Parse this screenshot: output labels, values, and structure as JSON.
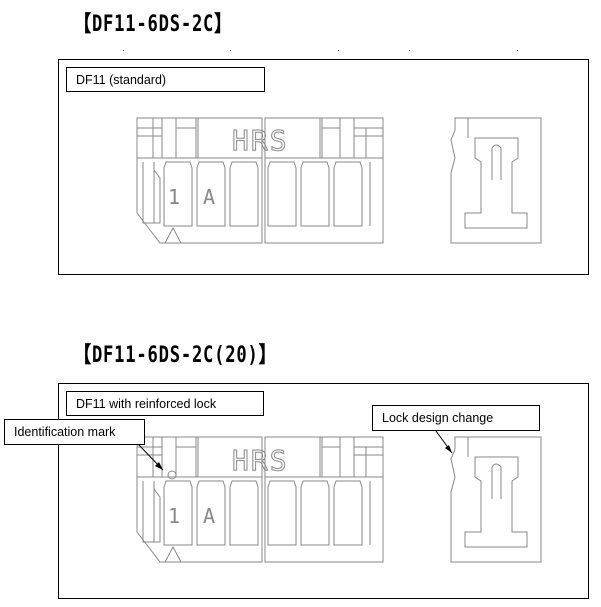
{
  "headings": {
    "standard": "【DF11-6DS-2C】",
    "reinforced": "【DF11-6DS-2C(20)】"
  },
  "labels": {
    "standard": "DF11 (standard)",
    "reinforced": "DF11 with reinforced lock",
    "identification_mark": "Identification mark",
    "lock_design_change": "Lock design change"
  },
  "connector": {
    "brand_text": "HRS",
    "pin_number": "1",
    "pin_letter": "A"
  },
  "colors": {
    "drawing_line": "#888888",
    "border": "#000000"
  }
}
